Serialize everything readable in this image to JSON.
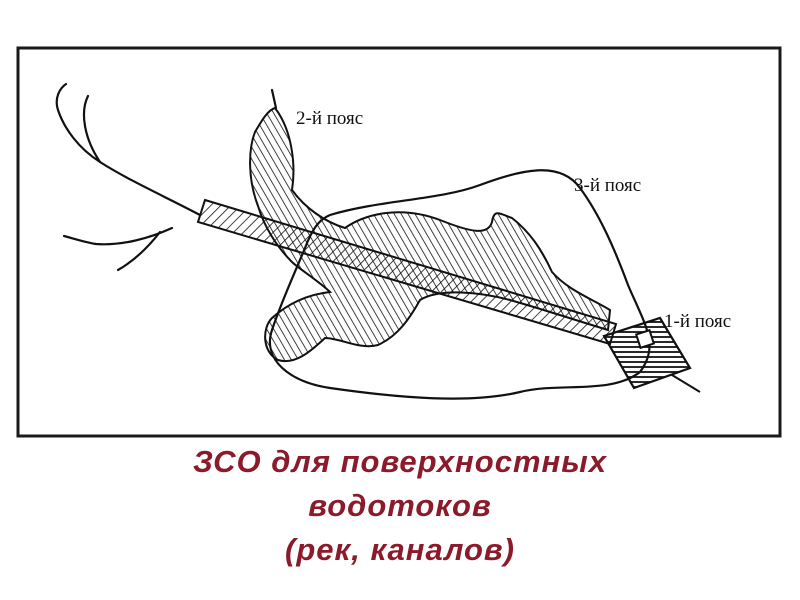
{
  "diagram": {
    "labels": {
      "zone_2": "2-й пояс",
      "zone_3": "3-й пояс",
      "zone_1": "1-й пояс"
    }
  },
  "caption": {
    "lines": [
      "ЗСО для поверхностных",
      "водотоков",
      "(рек, каналов)"
    ]
  },
  "colors": {
    "caption": "#8b1a2b",
    "ink": "#111111",
    "frame": "#1a1a1a",
    "background": "#ffffff"
  }
}
